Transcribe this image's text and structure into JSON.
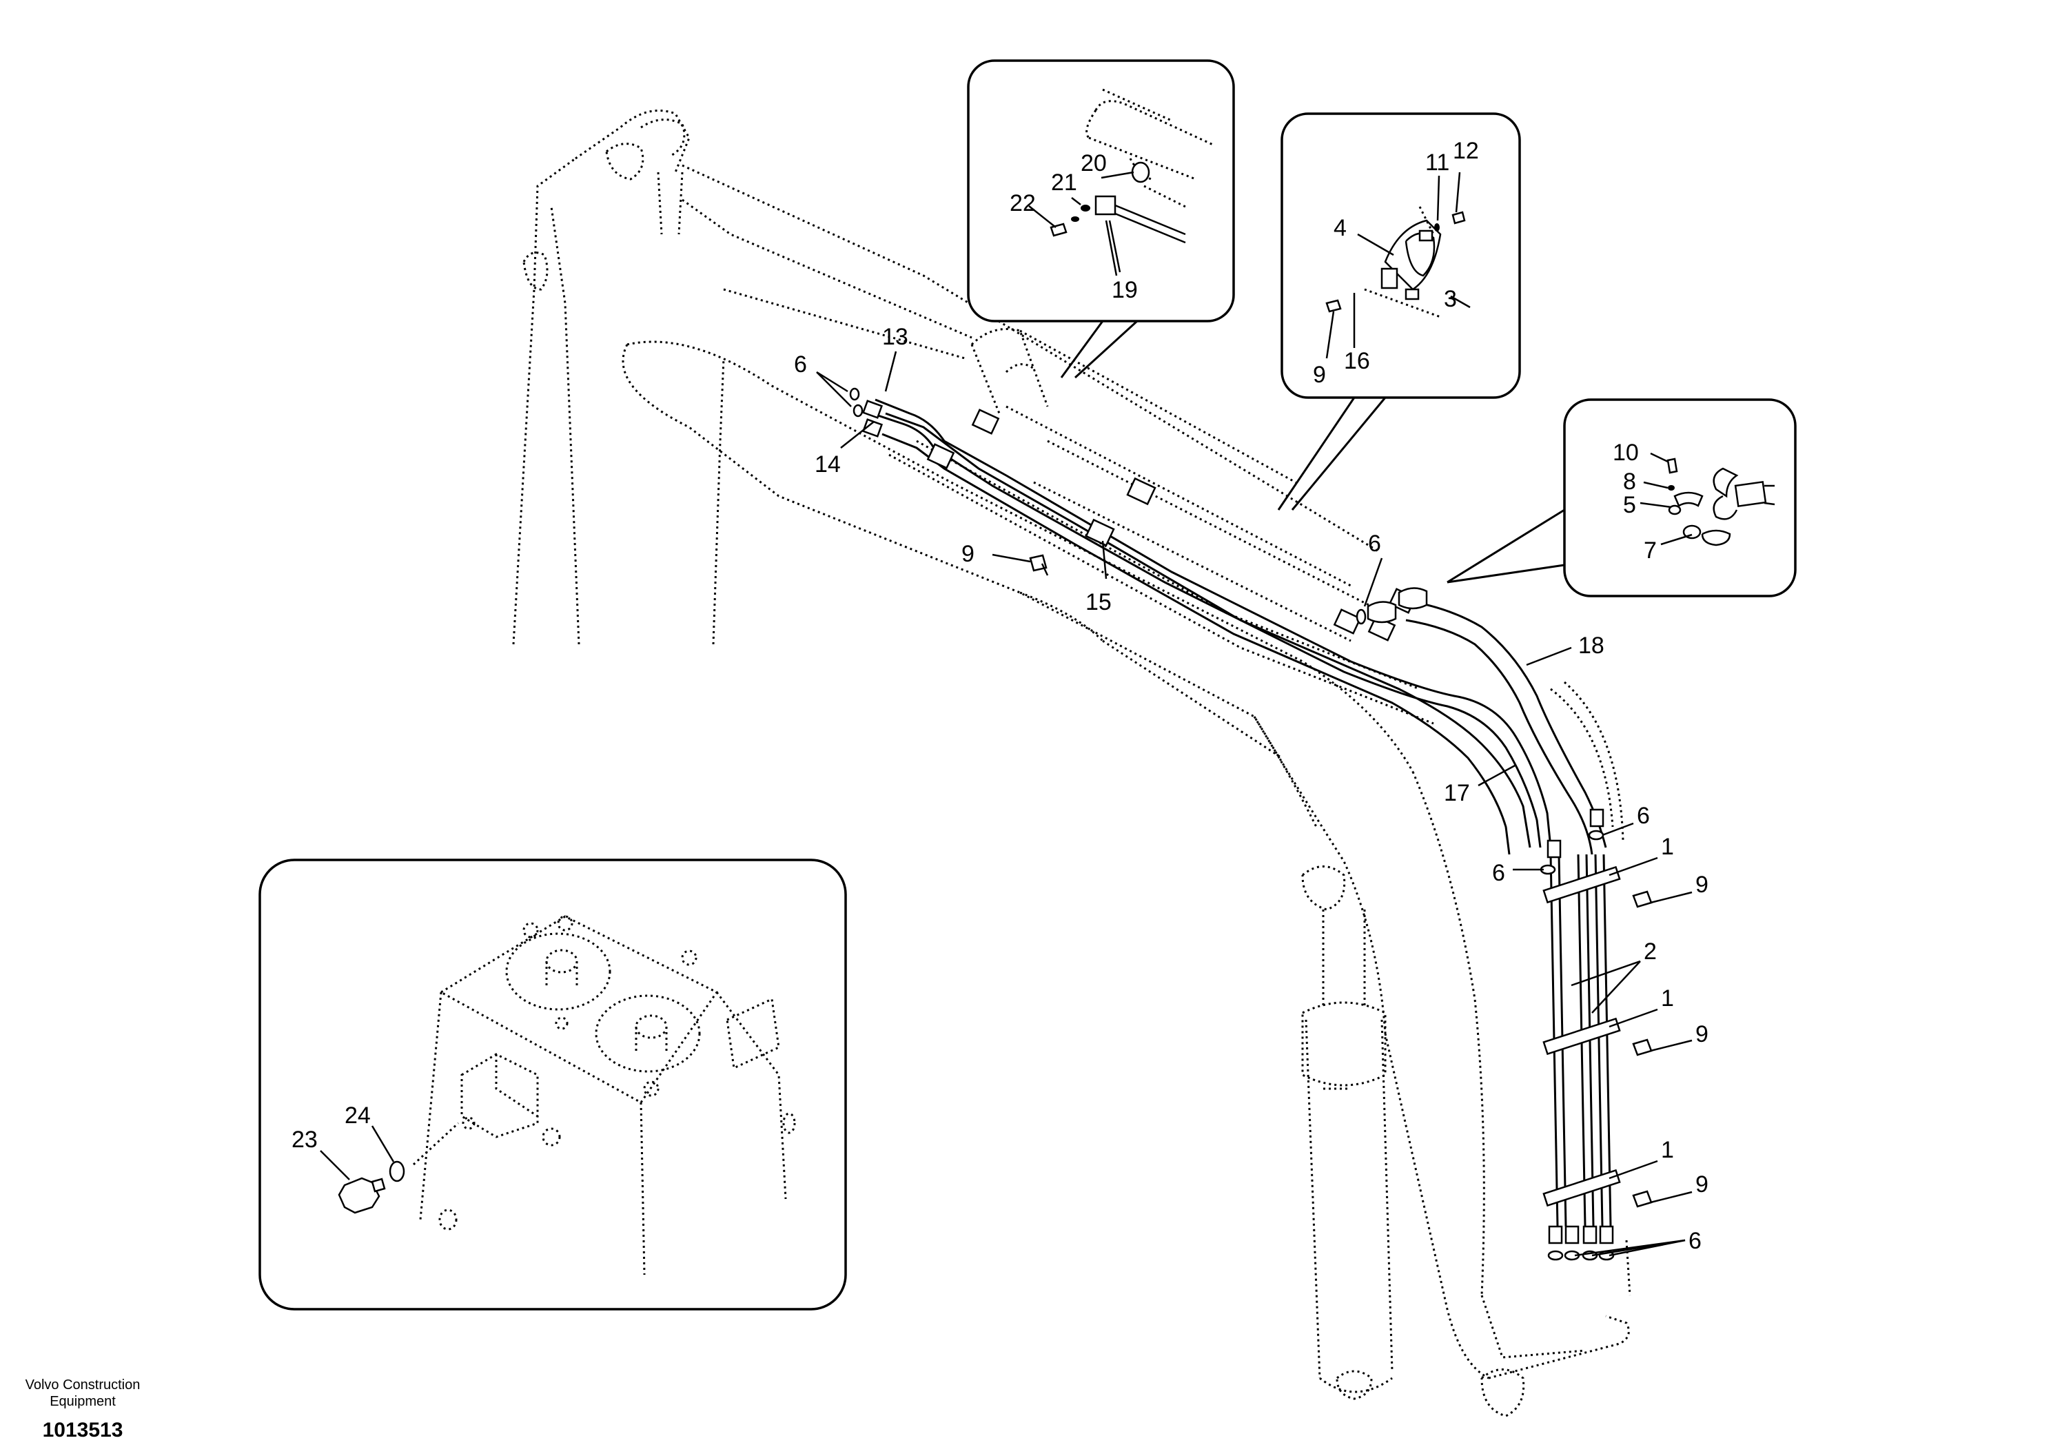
{
  "footer": {
    "brand_line1": "Volvo Construction",
    "brand_line2": "Equipment",
    "drawing_number": "1013513"
  },
  "callouts": {
    "c1a": "1",
    "c1b": "1",
    "c1c": "1",
    "c2": "2",
    "c3": "3",
    "c4": "4",
    "c5": "5",
    "c6a": "6",
    "c6b": "6",
    "c6c": "6",
    "c6d": "6",
    "c6e": "6",
    "c7": "7",
    "c8": "8",
    "c9a": "9",
    "c9b": "9",
    "c9c": "9",
    "c9d": "9",
    "c9e": "9",
    "c10": "10",
    "c11": "11",
    "c12": "12",
    "c13": "13",
    "c14": "14",
    "c15": "15",
    "c16": "16",
    "c17": "17",
    "c18": "18",
    "c19": "19",
    "c20": "20",
    "c21": "21",
    "c22": "22",
    "c23": "23",
    "c24": "24"
  }
}
